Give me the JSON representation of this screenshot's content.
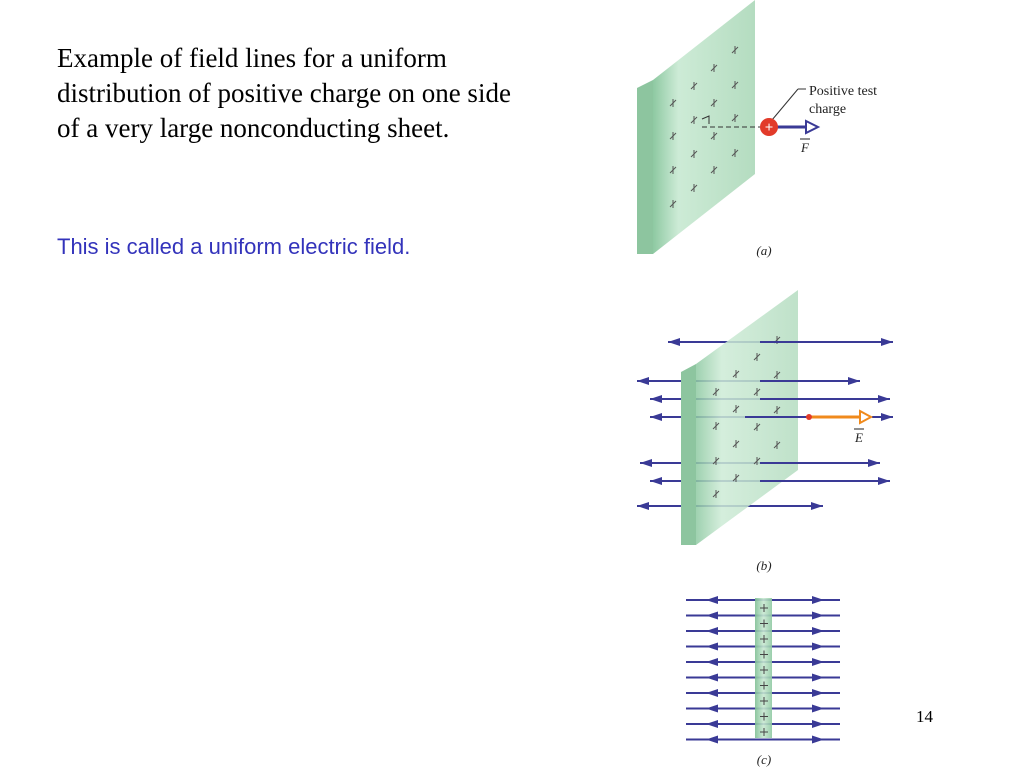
{
  "slide": {
    "main_text": "Example of field lines for a uniform distribution of positive charge on one side of a very large nonconducting sheet.",
    "sub_text": "This is called a uniform electric field.",
    "page_number": "14"
  },
  "figure_a": {
    "caption": "(a)",
    "label_line1": "Positive test",
    "label_line2": "charge",
    "charge_sign": "+",
    "force_letter": "F"
  },
  "figure_b": {
    "caption": "(b)",
    "field_letter": "E"
  },
  "figure_c": {
    "caption": "(c)"
  },
  "colors": {
    "sheet_fill": "#b7dfc4",
    "field_line": "#3a3a96",
    "charge_red": "#e23b2a",
    "field_arrow": "#f08a1c",
    "sub_text": "#3333bb"
  }
}
